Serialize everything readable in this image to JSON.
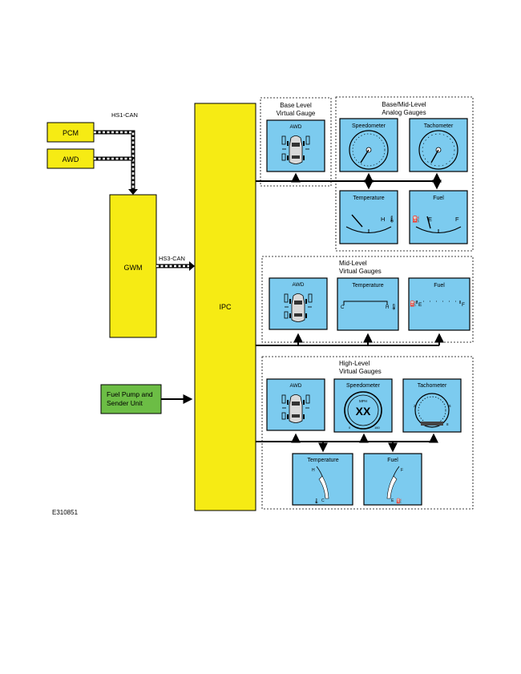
{
  "modules": {
    "pcm": "PCM",
    "awd": "AWD",
    "gwm": "GWM",
    "ipc": "IPC",
    "fuel_pump": [
      "Fuel Pump and",
      "Sender Unit"
    ]
  },
  "buses": {
    "hs1": "HS1-CAN",
    "hs3": "HS3-CAN"
  },
  "groups": {
    "base_level": [
      "Base Level",
      "Virtual Gauge"
    ],
    "base_mid": [
      "Base/Mid-Level",
      "Analog Gauges"
    ],
    "mid_level": [
      "Mid-Level",
      "Virtual Gauges"
    ],
    "high_level": [
      "High-Level",
      "Virtual Gauges"
    ]
  },
  "gauges": {
    "awd": "AWD",
    "speedometer": "Speedometer",
    "tachometer": "Tachometer",
    "temperature": "Temperature",
    "fuel": "Fuel"
  },
  "gauge_marks": {
    "hot": "H",
    "cold": "C",
    "full": "F",
    "empty": "E",
    "digits": "XX",
    "unit": "MPH",
    "speed_max": "160",
    "speed_min": "0",
    "tach_max": "8",
    "tach_mid": "6",
    "tach_low": "2"
  },
  "figure_id": "E310851",
  "colors": {
    "module_fill": "#f6eb14",
    "fuel_pump_fill": "#6cbd45",
    "gauge_fill": "#7ccbef"
  }
}
